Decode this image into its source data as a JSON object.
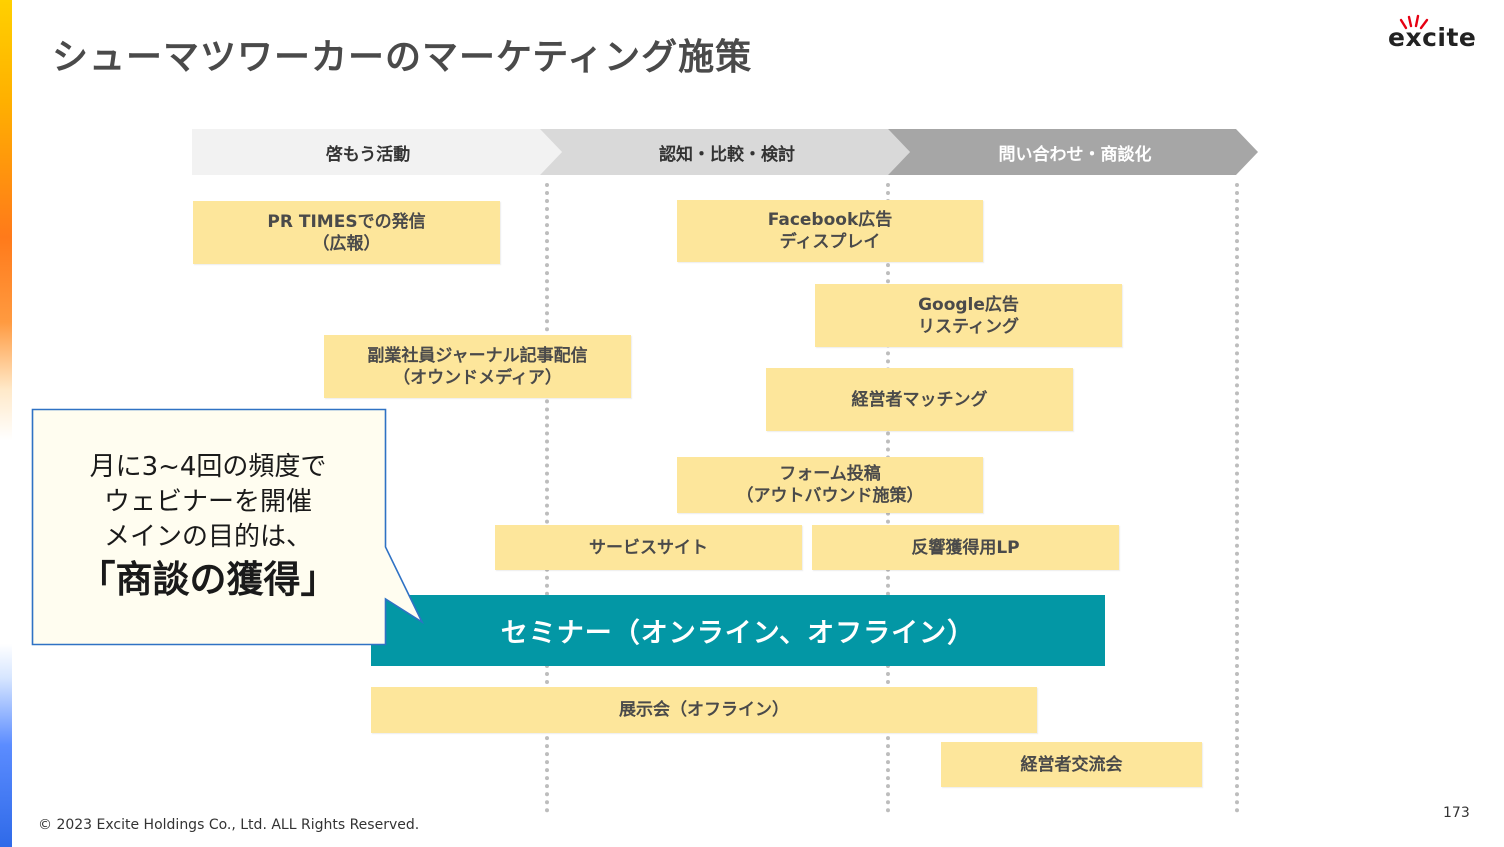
{
  "slide": {
    "title": "シューマツワーカーのマーケティング施策",
    "logo_text": "excite",
    "footer": "© 2023 Excite Holdings Co., Ltd. ALL Rights Reserved.",
    "page_number": "173"
  },
  "phases": [
    {
      "label": "啓もう活動"
    },
    {
      "label": "認知・比較・検討"
    },
    {
      "label": "問い合わせ・商談化"
    }
  ],
  "initiatives": {
    "pr_times": {
      "line1": "PR TIMESでの発信",
      "line2": "（広報）"
    },
    "facebook": {
      "line1": "Facebook広告",
      "line2": "ディスプレイ"
    },
    "google": {
      "line1": "Google広告",
      "line2": "リスティング"
    },
    "journal": {
      "line1": "副業社員ジャーナル記事配信",
      "line2": "（オウンドメディア）"
    },
    "matching": {
      "line1": "経営者マッチング"
    },
    "form": {
      "line1": "フォーム投稿",
      "line2": "（アウトバウンド施策）"
    },
    "service_site": {
      "line1": "サービスサイト"
    },
    "lp": {
      "line1": "反響獲得用LP"
    },
    "seminar": {
      "line1": "セミナー（オンライン、オフライン）"
    },
    "exhibition": {
      "line1": "展示会（オフライン）"
    },
    "exchange": {
      "line1": "経営者交流会"
    }
  },
  "callout": {
    "line1": "月に3~4回の頻度で",
    "line2": "ウェビナーを開催",
    "line3": "メインの目的は、",
    "highlight": "「商談の獲得」"
  },
  "colors": {
    "box_fill": "#fde69b",
    "seminar_fill": "#0397a5",
    "callout_border": "#2f72c4",
    "callout_fill": "#fffdf0"
  }
}
